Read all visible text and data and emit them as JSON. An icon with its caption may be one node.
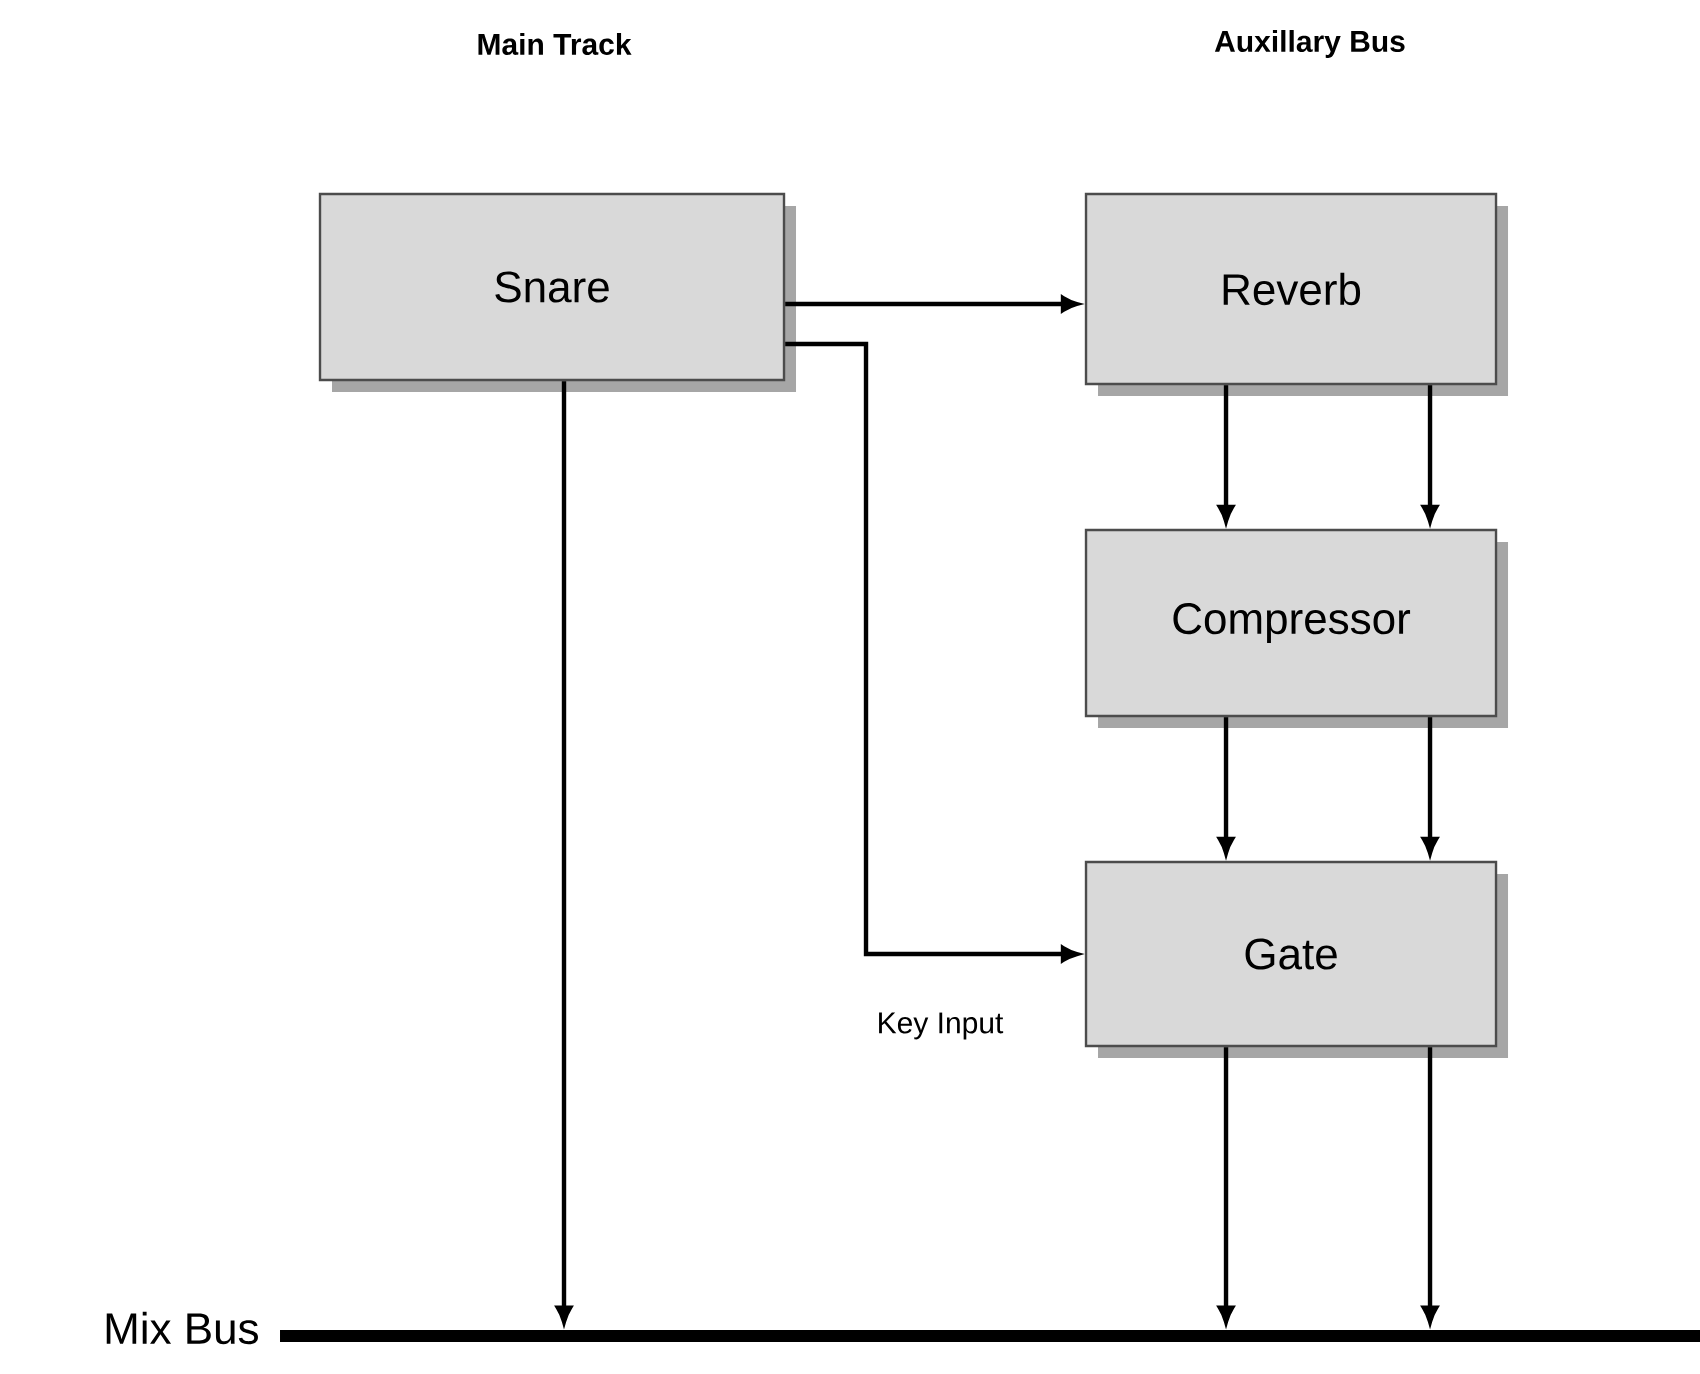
{
  "diagram": {
    "nodes": [
      {
        "text": [
          "Snare"
        ]
      },
      {
        "text": [
          "Reverb"
        ]
      },
      {
        "text": [
          "Compressor"
        ]
      },
      {
        "text": [
          "Gate"
        ]
      },
      {
        "text": [],
        "shape": "bar",
        "beside": [
          "Mix Bus"
        ]
      }
    ],
    "edges": [
      {
        "from": 0,
        "to": 1,
        "arrow": "to"
      },
      {
        "from": 0,
        "to": 3,
        "arrow": "to",
        "label": "Key Input"
      },
      {
        "from": 0,
        "to": 4,
        "arrow": "to"
      },
      {
        "from": 1,
        "to": 2,
        "arrow": "to"
      },
      {
        "from": 1,
        "to": 2,
        "arrow": "to"
      },
      {
        "from": 2,
        "to": 3,
        "arrow": "to"
      },
      {
        "from": 2,
        "to": 3,
        "arrow": "to"
      },
      {
        "from": 3,
        "to": 4,
        "arrow": "to"
      },
      {
        "from": 3,
        "to": 4,
        "arrow": "to"
      }
    ],
    "labels": [
      "Main Track",
      "Auxillary Bus"
    ]
  }
}
